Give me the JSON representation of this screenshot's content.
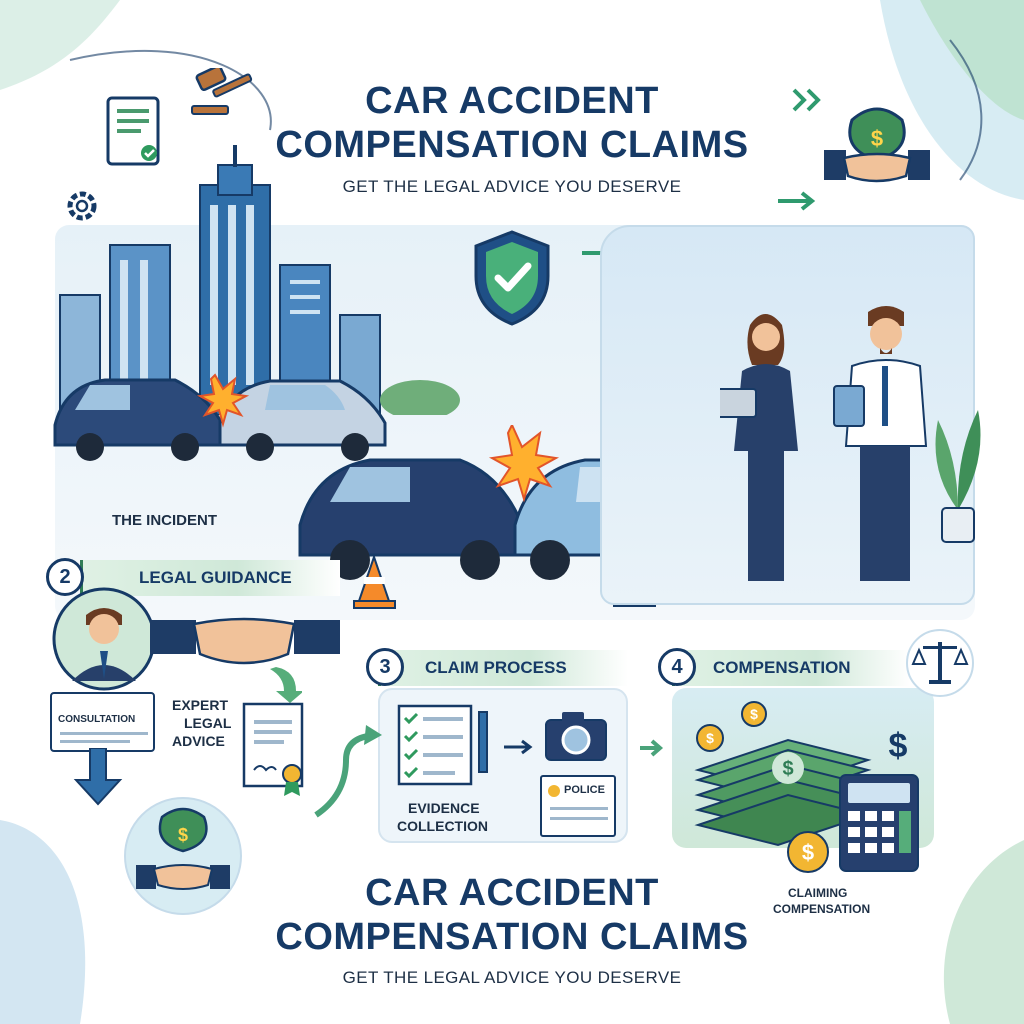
{
  "header": {
    "title_line1": "CAR ACCIDENT",
    "title_line2": "COMPENSATION CLAIMS",
    "subtitle": "GET THE LEGAL ADVICE YOU DESERVE"
  },
  "footer": {
    "title_line1": "CAR ACCIDENT",
    "title_line2": "COMPENSATION CLAIMS",
    "subtitle": "GET THE LEGAL ADVICE YOU DESERVE"
  },
  "steps": {
    "incident": {
      "label": "THE INCIDENT"
    },
    "legal_guidance": {
      "number": "2",
      "label": "LEGAL GUIDANCE",
      "consultation": "CONSULTATION",
      "expert_line1": "EXPERT",
      "expert_line2": "LEGAL",
      "expert_line3": "ADVICE"
    },
    "claim_process": {
      "number": "3",
      "label": "CLAIM PROCESS",
      "evidence_line1": "EVIDENCE",
      "evidence_line2": "COLLECTION",
      "police": "POLICE"
    },
    "compensation": {
      "number": "4",
      "label": "COMPENSATION",
      "claiming_line1": "CLAIMING",
      "claiming_line2": "COMPENSATION"
    }
  },
  "colors": {
    "navy": "#163a66",
    "green": "#2f7d55",
    "light_green": "#cfe8d8",
    "light_blue": "#eef5fa",
    "sky": "#cfe3f2"
  }
}
